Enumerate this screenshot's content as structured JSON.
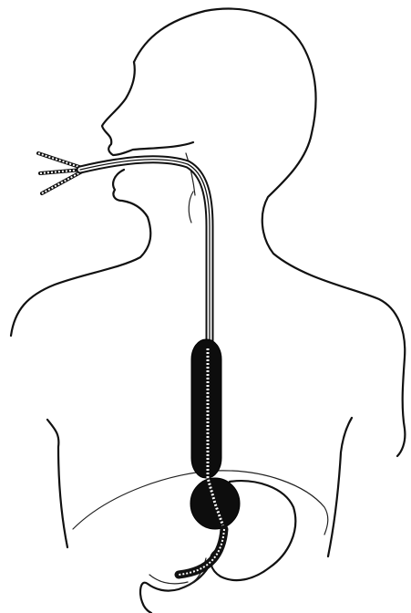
{
  "figure": {
    "depicts": [
      "head-and-torso-silhouette",
      "three-lumen-tube",
      "esophageal-balloon",
      "gastric-balloon",
      "stomach"
    ],
    "colors": {
      "ink": "#111111",
      "paper": "#ffffff",
      "balloon_fill": "#0d0d0d"
    }
  }
}
